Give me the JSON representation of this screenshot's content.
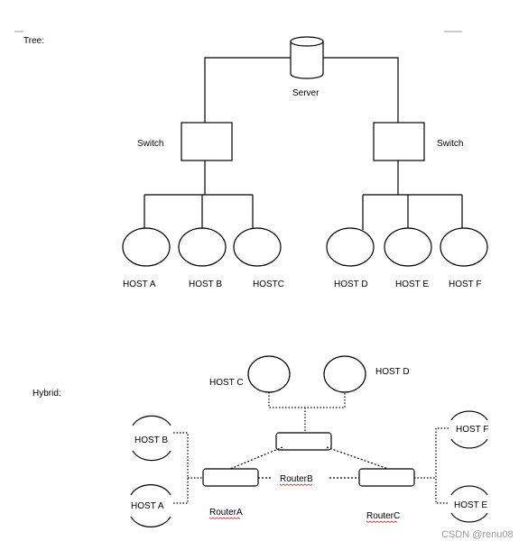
{
  "tree": {
    "section_label": "Tree:",
    "server_label": "Server",
    "switch_left_label": "Switch",
    "switch_right_label": "Switch",
    "hosts": [
      "HOST A",
      "HOST B",
      "HOSTC",
      "HOST D",
      "HOST E",
      "HOST F"
    ]
  },
  "hybrid": {
    "section_label": "Hybrid:",
    "host_c": "HOST C",
    "host_d": "HOST D",
    "host_b": "HOST B",
    "host_a": "HOST A",
    "host_f": "HOST F",
    "host_e": "HOST E",
    "router_a": "RouterA",
    "router_b": "RouterB",
    "router_c": "RouterC"
  },
  "watermark": "CSDN @renu08",
  "colors": {
    "line": "#000000",
    "underline": "#d04040",
    "watermark": "#9a9a9a"
  }
}
